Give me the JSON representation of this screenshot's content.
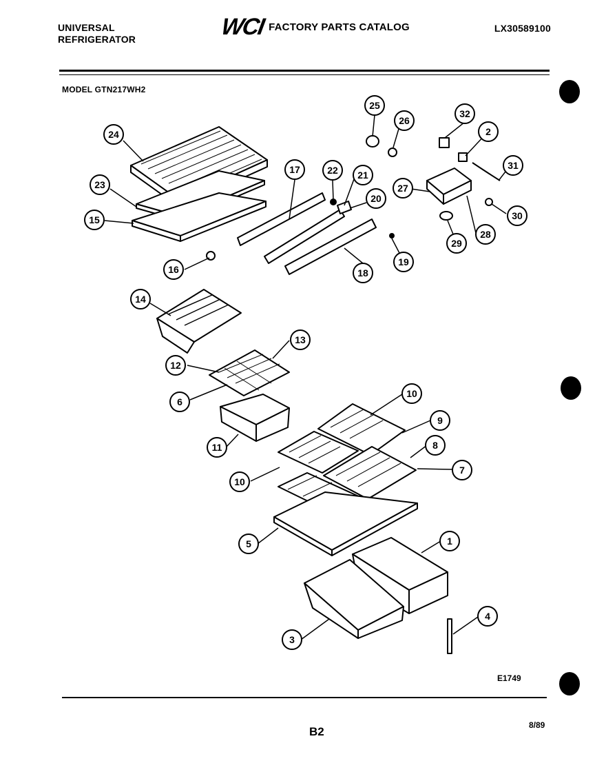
{
  "header": {
    "brand_line1": "UNIVERSAL",
    "brand_line2": "REFRIGERATOR",
    "logo": "WCI",
    "catalog_title": "FACTORY PARTS CATALOG",
    "doc_number": "LX30589100"
  },
  "model_label": "MODEL GTN217WH2",
  "callouts": [
    "1",
    "2",
    "3",
    "4",
    "5",
    "6",
    "7",
    "8",
    "9",
    "10",
    "10",
    "11",
    "12",
    "13",
    "14",
    "15",
    "16",
    "17",
    "18",
    "19",
    "20",
    "21",
    "22",
    "23",
    "24",
    "25",
    "26",
    "27",
    "28",
    "29",
    "30",
    "31",
    "32"
  ],
  "footer": {
    "figure_code": "E1749",
    "page": "B2",
    "date_code": "8/89"
  }
}
